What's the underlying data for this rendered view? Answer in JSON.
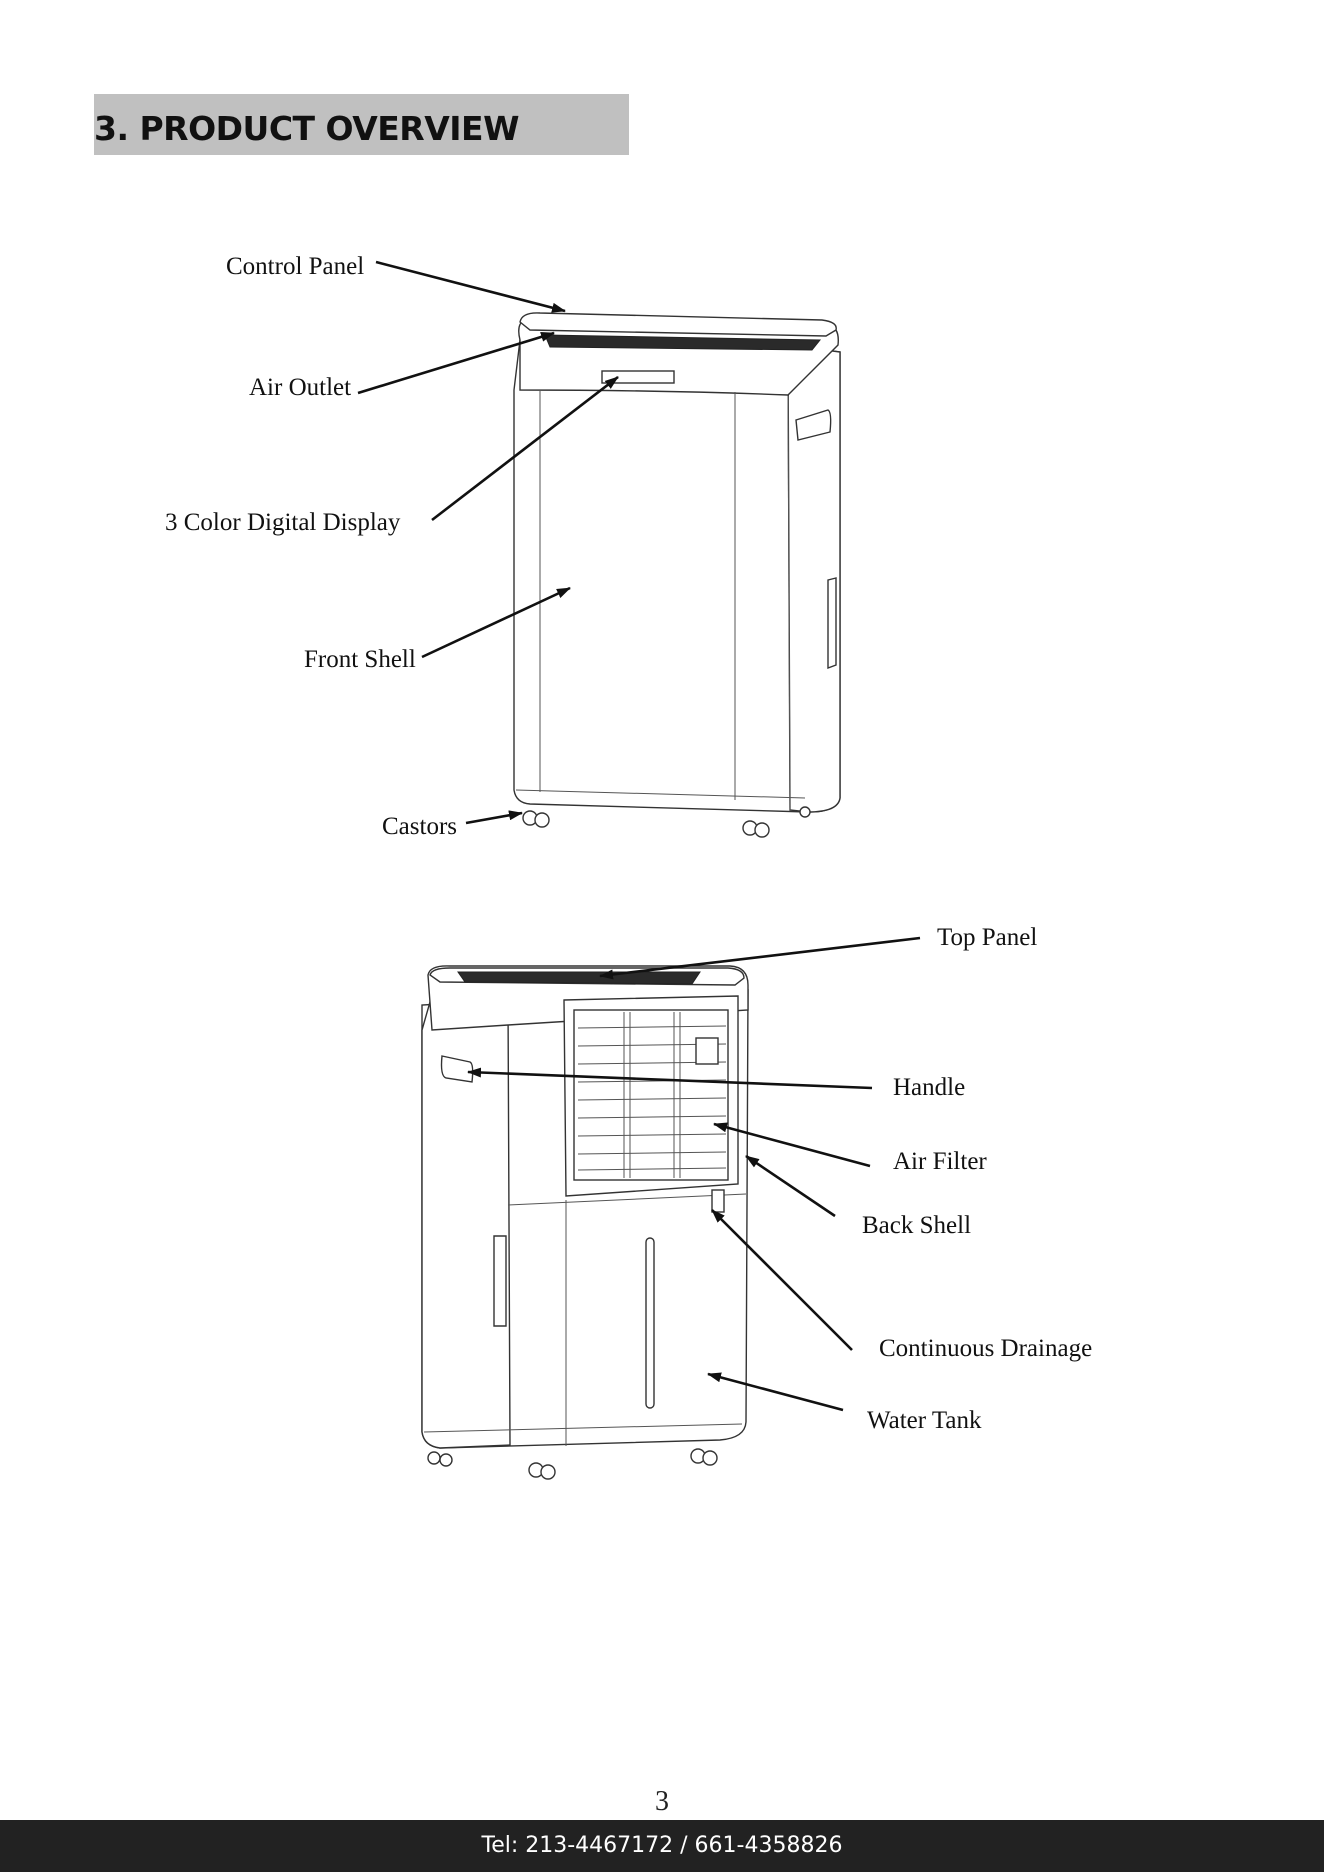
{
  "section_title": "3. PRODUCT OVERVIEW",
  "front_view": {
    "labels": {
      "control_panel": "Control Panel",
      "air_outlet": "Air Outlet",
      "display": "3 Color Digital Display",
      "front_shell": "Front Shell",
      "castors": "Castors"
    }
  },
  "back_view": {
    "labels": {
      "top_panel": "Top Panel",
      "handle": "Handle",
      "air_filter": "Air Filter",
      "back_shell": "Back Shell",
      "continuous_drainage": "Continuous Drainage",
      "water_tank": "Water Tank"
    }
  },
  "page_number": "3",
  "footer_text": "Tel: 213-4467172 / 661-4358826"
}
